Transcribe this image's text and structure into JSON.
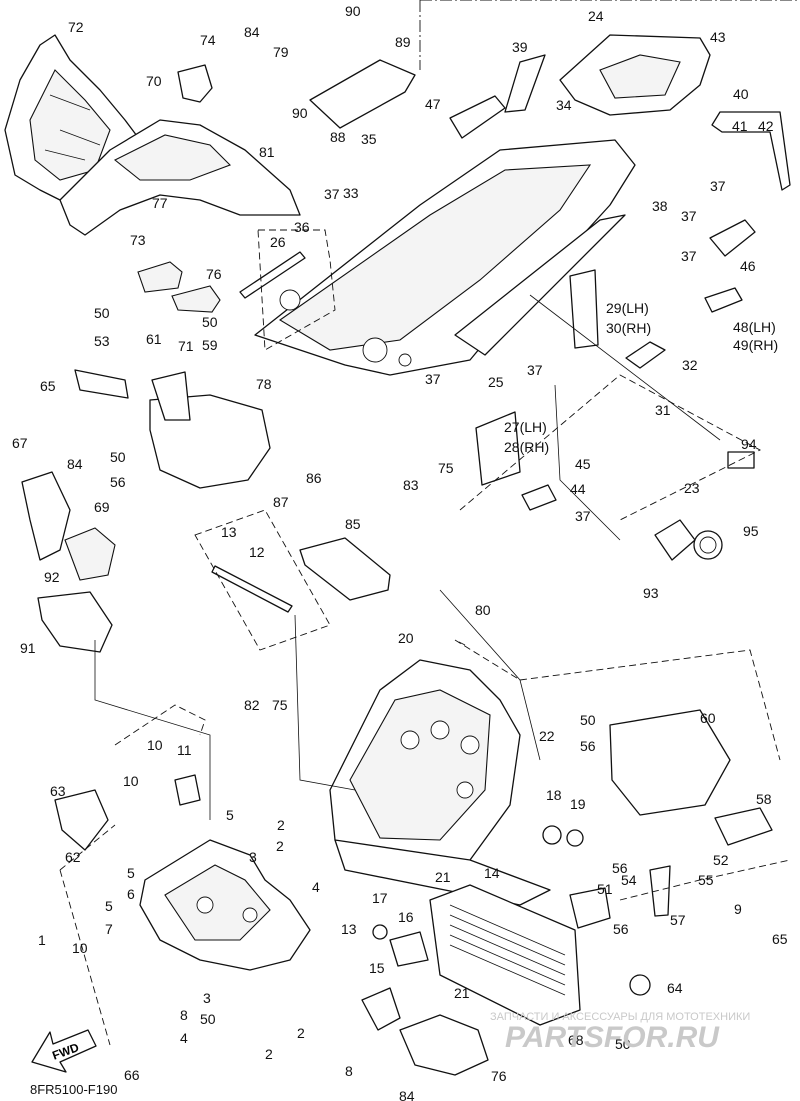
{
  "diagram": {
    "callouts": [
      "72",
      "74",
      "84",
      "79",
      "90",
      "89",
      "24",
      "43",
      "39",
      "40",
      "41",
      "42",
      "70",
      "90",
      "88",
      "35",
      "47",
      "34",
      "81",
      "37",
      "33",
      "37",
      "38",
      "37",
      "77",
      "36",
      "26",
      "73",
      "76",
      "37",
      "46",
      "50",
      "53",
      "29(LH)",
      "30(RH)",
      "48(LH)",
      "49(RH)",
      "71",
      "50",
      "59",
      "78",
      "25",
      "37",
      "65",
      "61",
      "32",
      "37",
      "31",
      "67",
      "84",
      "50",
      "56",
      "27(LH)",
      "28(RH)",
      "94",
      "45",
      "83",
      "75",
      "44",
      "23",
      "86",
      "69",
      "87",
      "37",
      "13",
      "85",
      "95",
      "12",
      "92",
      "93",
      "91",
      "80",
      "20",
      "82",
      "75",
      "60",
      "50",
      "56",
      "22",
      "10",
      "11",
      "63",
      "10",
      "18",
      "19",
      "58",
      "5",
      "62",
      "2",
      "3",
      "2",
      "56",
      "51",
      "54",
      "55",
      "52",
      "5",
      "6",
      "4",
      "21",
      "14",
      "57",
      "1",
      "5",
      "7",
      "17",
      "16",
      "13",
      "56",
      "65",
      "50",
      "10",
      "15",
      "21",
      "64",
      "3",
      "8",
      "4",
      "2",
      "9",
      "50",
      "2",
      "8",
      "68",
      "76",
      "84",
      "66"
    ],
    "drawing_code": "8FR5100-F190",
    "direction_label": "FWD",
    "watermark": "ЗАПЧАСТИ И АКСЕССУАРЫ ДЛЯ МОТОТЕХНИКИ",
    "watermark_logo": "PARTSFOR.RU"
  }
}
